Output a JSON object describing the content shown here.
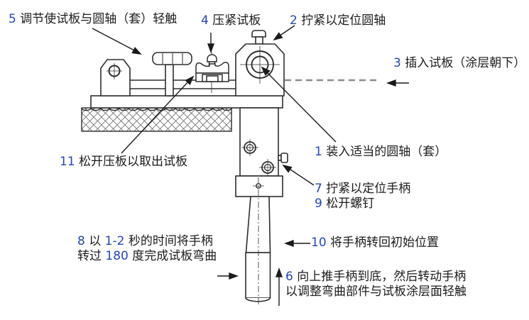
{
  "figure": {
    "title_hint": "bend-tester-instruction-diagram",
    "background": "#ffffff",
    "line_color": "#2e2e2e",
    "number_color": "#2646b8",
    "text_color": "#1b1b1b",
    "panel_dash_color": "#8c8c8c"
  },
  "labels": {
    "l5": {
      "parts": [
        {
          "t": "5",
          "n": true
        },
        {
          "t": " 调节使试板与圆轴（套）轻触"
        }
      ]
    },
    "l4": {
      "parts": [
        {
          "t": "4",
          "n": true
        },
        {
          "t": " 压紧试板"
        }
      ]
    },
    "l2": {
      "parts": [
        {
          "t": "2",
          "n": true
        },
        {
          "t": " 拧紧以定位圆轴"
        }
      ]
    },
    "l3": {
      "parts": [
        {
          "t": "3",
          "n": true
        },
        {
          "t": " 插入试板（涂层朝下）"
        }
      ]
    },
    "l1": {
      "parts": [
        {
          "t": "1",
          "n": true
        },
        {
          "t": " 装入适当的圆轴（套）"
        }
      ]
    },
    "l7": {
      "parts": [
        {
          "t": "7",
          "n": true
        },
        {
          "t": " 拧紧以定位手柄"
        }
      ]
    },
    "l9": {
      "parts": [
        {
          "t": "9",
          "n": true
        },
        {
          "t": " 松开螺钉"
        }
      ]
    },
    "l11": {
      "parts": [
        {
          "t": "11",
          "n": true
        },
        {
          "t": " 松开压板以取出试板"
        }
      ]
    },
    "l8_line1": {
      "parts": [
        {
          "t": "8",
          "n": true
        },
        {
          "t": " 以 "
        },
        {
          "t": "1-2",
          "n": true
        },
        {
          "t": " 秒的时间将手柄"
        }
      ]
    },
    "l8_line2": {
      "parts": [
        {
          "t": "转过 "
        },
        {
          "t": "180",
          "n": true
        },
        {
          "t": " 度完成试板弯曲"
        }
      ]
    },
    "l10": {
      "parts": [
        {
          "t": "10",
          "n": true
        },
        {
          "t": " 将手柄转回初始位置"
        }
      ]
    },
    "l6_line1": {
      "parts": [
        {
          "t": "6",
          "n": true
        },
        {
          "t": " 向上推手柄到底，然后转动手柄"
        }
      ]
    },
    "l6_line2": {
      "parts": [
        {
          "t": "以调整弯曲部件与试板涂层面轻触"
        }
      ]
    }
  }
}
